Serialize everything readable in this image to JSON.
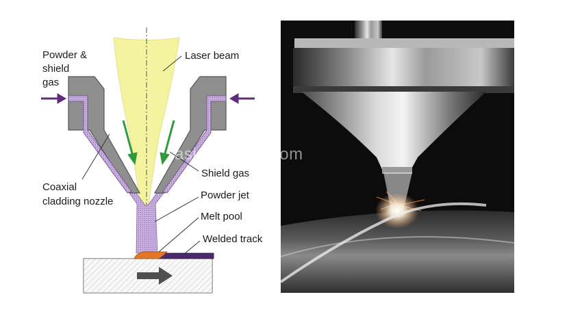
{
  "diagram": {
    "labels": {
      "powder_shield_gas_line1": "Powder &",
      "powder_shield_gas_line2": "shield",
      "powder_shield_gas_line3": "gas",
      "laser_beam": "Laser beam",
      "shield_gas": "Shield gas",
      "coaxial_nozzle_line1": "Coaxial",
      "coaxial_nozzle_line2": "cladding nozzle",
      "powder_jet": "Powder jet",
      "melt_pool": "Melt pool",
      "welded_track": "Welded track"
    },
    "colors": {
      "laser_beam": "#f4f4a0",
      "nozzle": "#8a8a8a",
      "powder": "#c9aee0",
      "gas_arrow": "#2f9a3a",
      "feed_arrow": "#5b2d7a",
      "melt_pool": "#e0782a",
      "welded_track": "#4a2a6a",
      "substrate": "#e8e8e8"
    }
  },
  "photo": {
    "watermark": "asimanlaser.com"
  }
}
